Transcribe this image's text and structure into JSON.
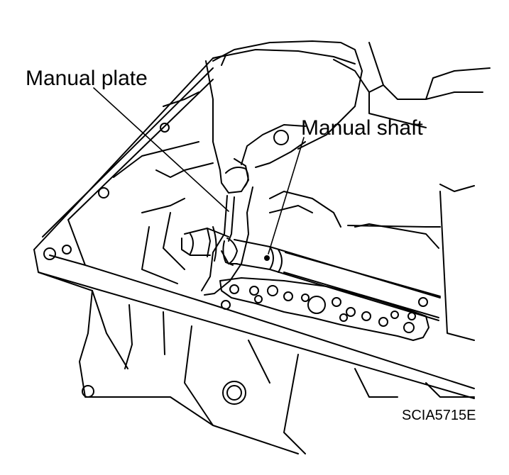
{
  "labels": {
    "manual_plate": "Manual plate",
    "manual_shaft": "Manual shaft"
  },
  "figure_code": "SCIA5715E"
}
